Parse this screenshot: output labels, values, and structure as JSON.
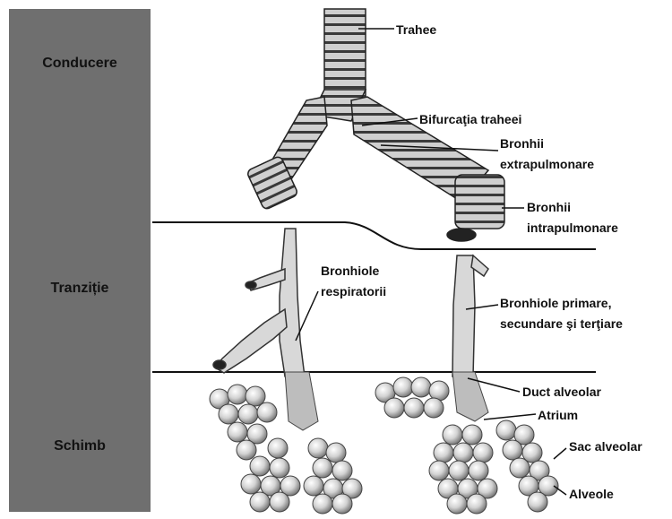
{
  "zones": [
    "Conducere",
    "Tranziție",
    "Schimb"
  ],
  "labels": {
    "trahee": "Trahee",
    "bifurcatia": "Bifurcaţia traheei",
    "bronhii_extra_1": "Bronhii",
    "bronhii_extra_2": "extrapulmonare",
    "bronhii_intra_1": "Bronhii",
    "bronhii_intra_2": "intrapulmonare",
    "bronhiole_resp_1": "Bronhiole",
    "bronhiole_resp_2": "respiratorii",
    "bronhiole_prim_1": "Bronhiole primare,",
    "bronhiole_prim_2": "secundare şi terţiare",
    "duct": "Duct alveolar",
    "atrium": "Atrium",
    "sac": "Sac alveolar",
    "alveole": "Alveole"
  }
}
